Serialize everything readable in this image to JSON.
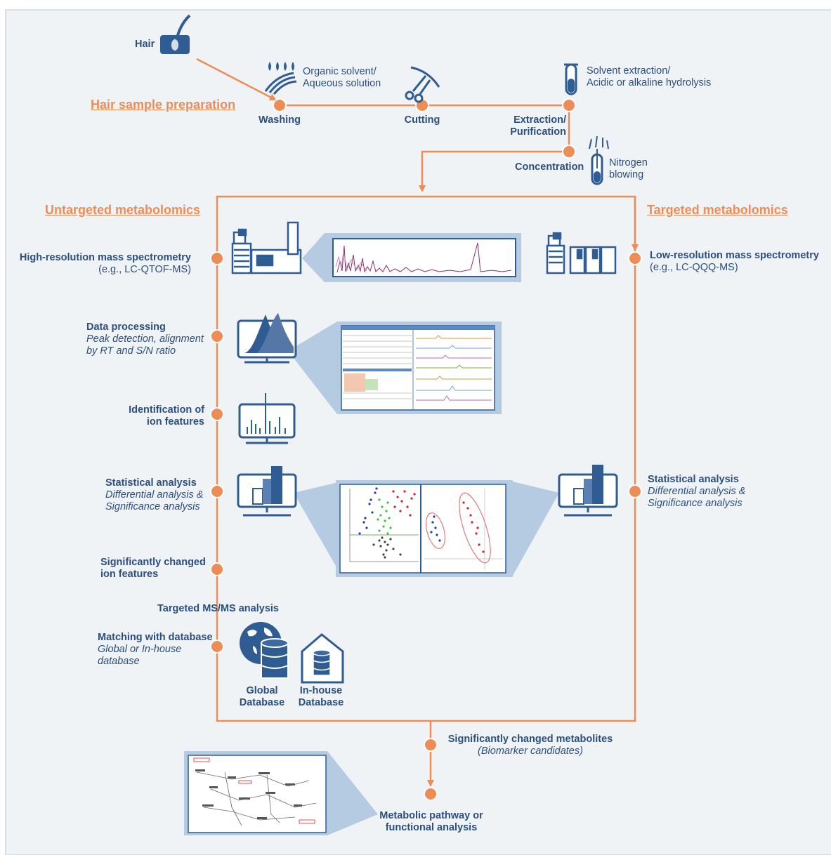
{
  "prep": {
    "hair": "Hair",
    "title": "Hair sample  preparation",
    "washing_note": [
      "Organic solvent/",
      "Aqueous solution"
    ],
    "washing": "Washing",
    "cutting": "Cutting",
    "extraction_note": [
      "Solvent extraction/",
      "Acidic or alkaline hydrolysis"
    ],
    "extraction": [
      "Extraction/",
      "Purification"
    ],
    "concentration": "Concentration",
    "nitrogen": [
      "Nitrogen",
      "blowing"
    ]
  },
  "untargeted": {
    "title": "Untargeted metabolomics",
    "hrms": [
      "High-resolution mass spectrometry",
      "(e.g., LC-QTOF-MS)"
    ],
    "data_proc": {
      "title": "Data processing",
      "desc": [
        "Peak detection, alignment",
        "by RT and S/N ratio"
      ]
    },
    "ident": [
      "Identification of",
      "ion features"
    ],
    "stat": {
      "title": "Statistical analysis",
      "desc": [
        "Differential analysis &",
        "Significance analysis"
      ]
    },
    "sig": [
      "Significantly changed",
      "ion features"
    ],
    "msms": "Targeted MS/MS analysis",
    "match": {
      "title": "Matching with database",
      "desc": [
        "Global or In-house",
        "database"
      ]
    },
    "global_db": [
      "Global",
      "Database"
    ],
    "inhouse_db": [
      "In-house",
      "Database"
    ]
  },
  "targeted": {
    "title": "Targeted metabolomics",
    "lrms": [
      "Low-resolution mass spectrometry",
      "(e.g., LC-QQQ-MS)"
    ],
    "stat": {
      "title": "Statistical analysis",
      "desc": [
        "Differential analysis &",
        "Significance analysis"
      ]
    }
  },
  "outcome": {
    "metabolites": [
      "Significantly changed metabolites",
      "(Biomarker candidates)"
    ],
    "pathway": [
      "Metabolic pathway or",
      "functional analysis"
    ]
  },
  "colors": {
    "orange": "#ee8c55",
    "navy": "#2b4f7e",
    "blue": "#2f5d93",
    "bg": "#f0f3f6"
  }
}
